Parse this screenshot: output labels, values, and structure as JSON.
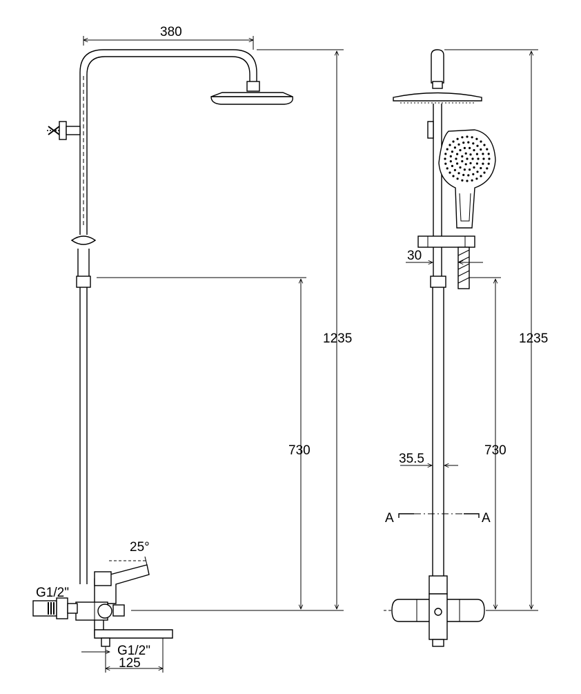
{
  "front_view": {
    "width_label": "380",
    "total_height_label": "1235",
    "lower_height_label": "730",
    "angle_label": "25°",
    "inlet_label": "G1/2\"",
    "outlet_label": "G1/2\"",
    "spout_label": "125"
  },
  "side_view": {
    "total_height_label": "1235",
    "lower_height_label": "730",
    "bracket_label": "30",
    "pipe_label": "35.5",
    "section_left": "A",
    "section_right": "A"
  }
}
